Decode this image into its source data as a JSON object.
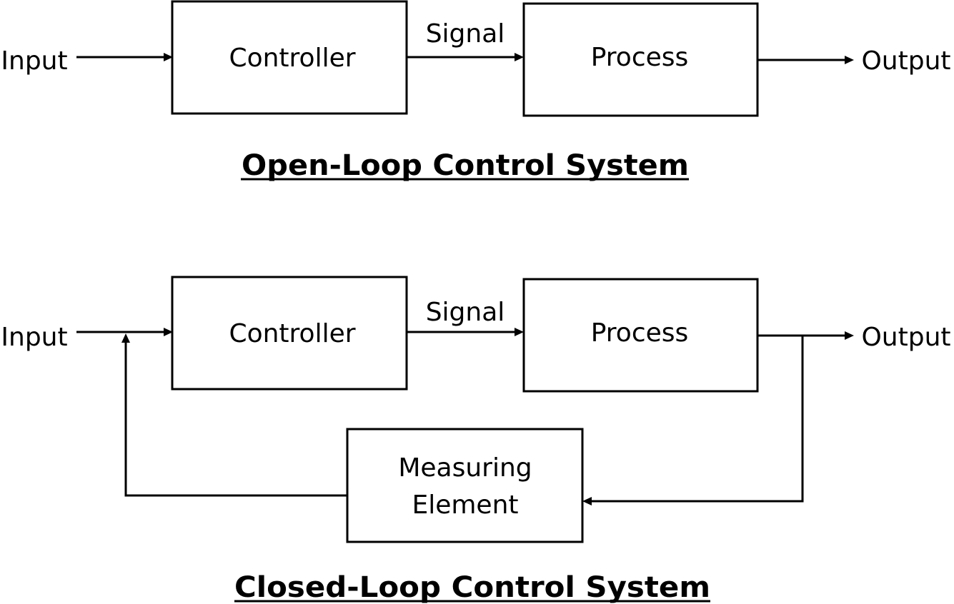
{
  "open_loop": {
    "title": "Open-Loop Control System",
    "input_label": "Input",
    "controller_label": "Controller",
    "signal_label": "Signal",
    "process_label": "Process",
    "output_label": "Output"
  },
  "closed_loop": {
    "title": "Closed-Loop Control System",
    "input_label": "Input",
    "controller_label": "Controller",
    "signal_label": "Signal",
    "process_label": "Process",
    "output_label": "Output",
    "measuring_line1": "Measuring",
    "measuring_line2": "Element"
  },
  "colors": {
    "line": "#000000",
    "background": "#ffffff"
  }
}
